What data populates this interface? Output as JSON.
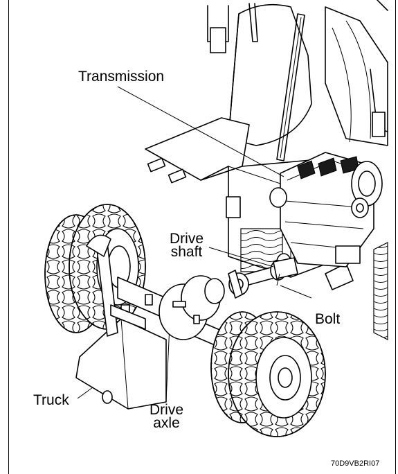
{
  "labels": {
    "transmission": "Transmission",
    "drive_shaft_line1": "Drive",
    "drive_shaft_line2": "shaft",
    "bolt": "Bolt",
    "truck": "Truck",
    "drive_axle_line1": "Drive",
    "drive_axle_line2": "axle"
  },
  "figure_code": "70D9VB2RI07"
}
